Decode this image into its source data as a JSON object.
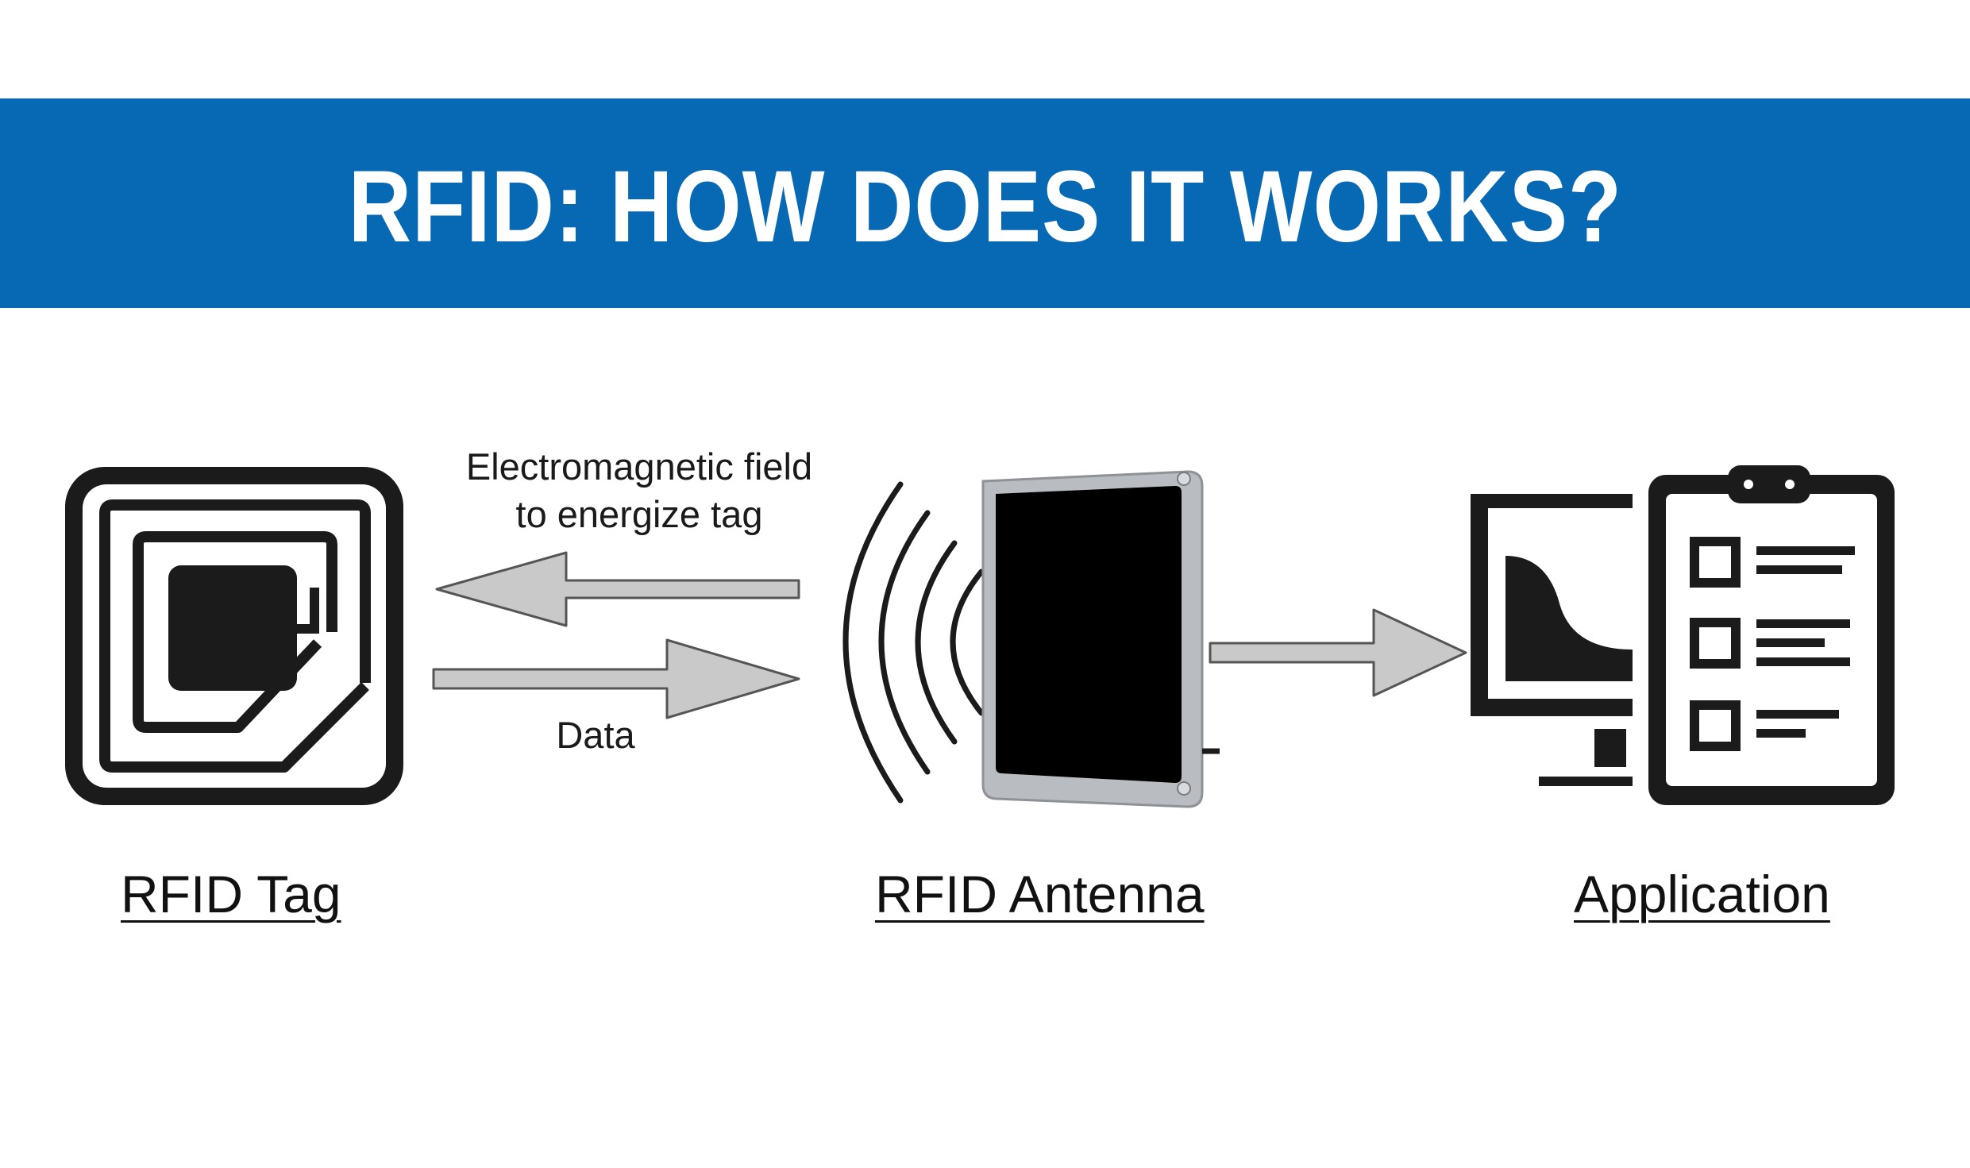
{
  "banner": {
    "title": "RFID: HOW DOES IT WORKS?",
    "color": "#0768b4"
  },
  "arrows": {
    "field_label_line1": "Electromagnetic field",
    "field_label_line2": "to energize tag",
    "data_label": "Data"
  },
  "components": {
    "tag_label": "RFID Tag",
    "antenna_label": "RFID Antenna",
    "application_label": "Application"
  },
  "colors": {
    "arrow_fill": "#c9c9c9",
    "arrow_stroke": "#555555",
    "icon": "#1b1b1b",
    "antenna_frame": "#b9bcc0",
    "antenna_panel": "#000000"
  },
  "icons": [
    "rfid-tag-icon",
    "antenna-waves-icon",
    "rfid-antenna-icon",
    "computer-monitor-icon",
    "clipboard-checklist-icon"
  ]
}
